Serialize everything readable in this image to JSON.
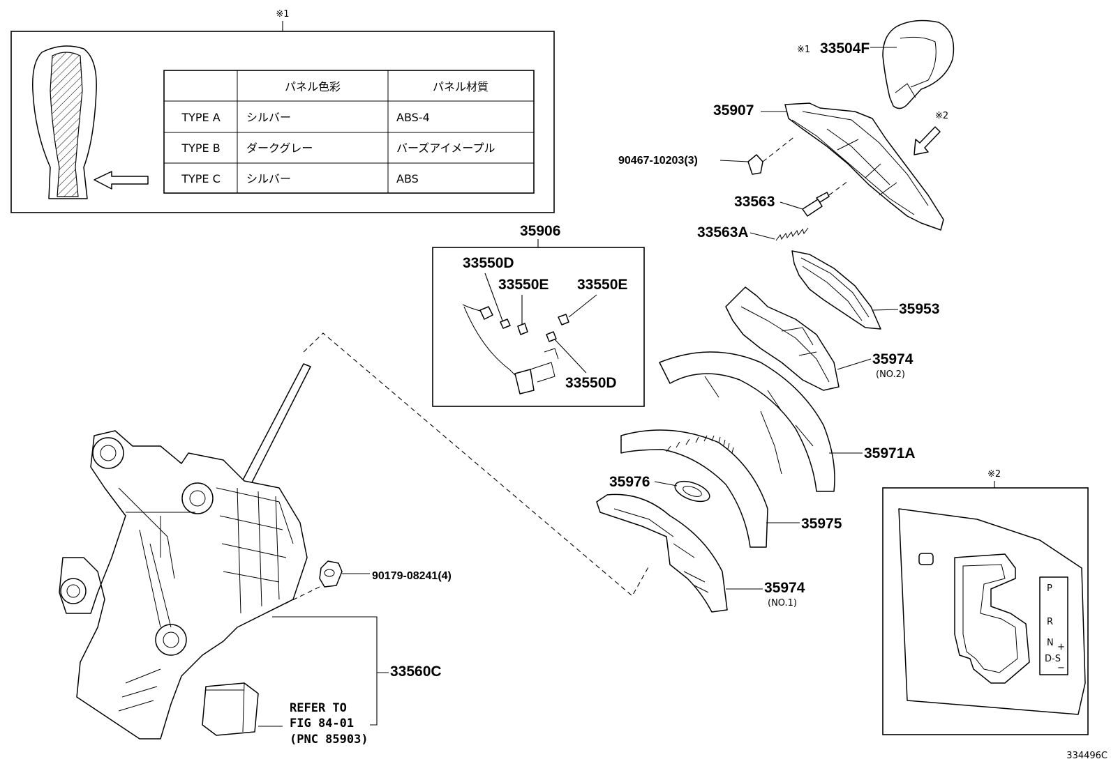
{
  "inset_note_1": "※1",
  "inset_note_2": "※2",
  "knob_note": "※1",
  "arrow_note": "※2",
  "table": {
    "headers": [
      "",
      "パネル色彩",
      "パネル材質"
    ],
    "rows": [
      {
        "type": "TYPE A",
        "color": "シルバー",
        "material": "ABS-4"
      },
      {
        "type": "TYPE B",
        "color": "ダークグレー",
        "material": "バーズアイメープル"
      },
      {
        "type": "TYPE C",
        "color": "シルバー",
        "material": "ABS"
      }
    ]
  },
  "parts": {
    "p33504F": "33504F",
    "p35907": "35907",
    "p90467": "90467-10203(3)",
    "p33563": "33563",
    "p33563A": "33563A",
    "p35953": "35953",
    "p35974_2": "35974",
    "p35974_2_sub": "(NO.2)",
    "p35971A": "35971A",
    "p35976": "35976",
    "p35975": "35975",
    "p35974_1": "35974",
    "p35974_1_sub": "(NO.1)",
    "p35906": "35906",
    "p33550D_a": "33550D",
    "p33550E_a": "33550E",
    "p33550E_b": "33550E",
    "p33550D_b": "33550D",
    "p90179": "90179-08241(4)",
    "p33560C": "33560C"
  },
  "refer": {
    "line1": "REFER TO",
    "line2": "FIG 84-01",
    "line3": "(PNC 85903)"
  },
  "gate": {
    "p": "P",
    "r": "R",
    "n": "N",
    "ds": "D-S",
    "plus": "+",
    "minus": "−"
  },
  "diagram_id": "334496C"
}
